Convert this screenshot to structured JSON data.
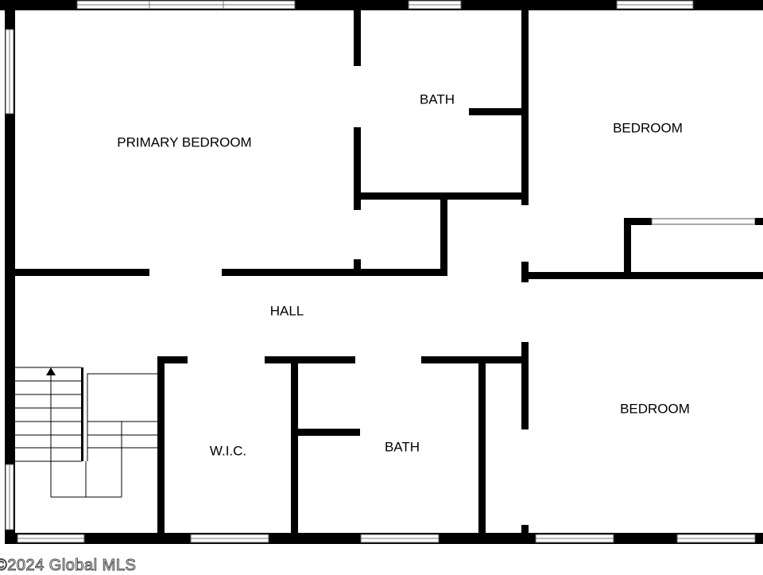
{
  "rooms": {
    "primary_bedroom": "PRIMARY BEDROOM",
    "bath_upper": "BATH",
    "bedroom_upper": "BEDROOM",
    "hall": "HALL",
    "bedroom_lower": "BEDROOM",
    "wic": "W.I.C.",
    "bath_lower": "BATH"
  },
  "watermark": "©2024 Global MLS",
  "colors": {
    "wall": "#000000",
    "background": "#ffffff"
  }
}
